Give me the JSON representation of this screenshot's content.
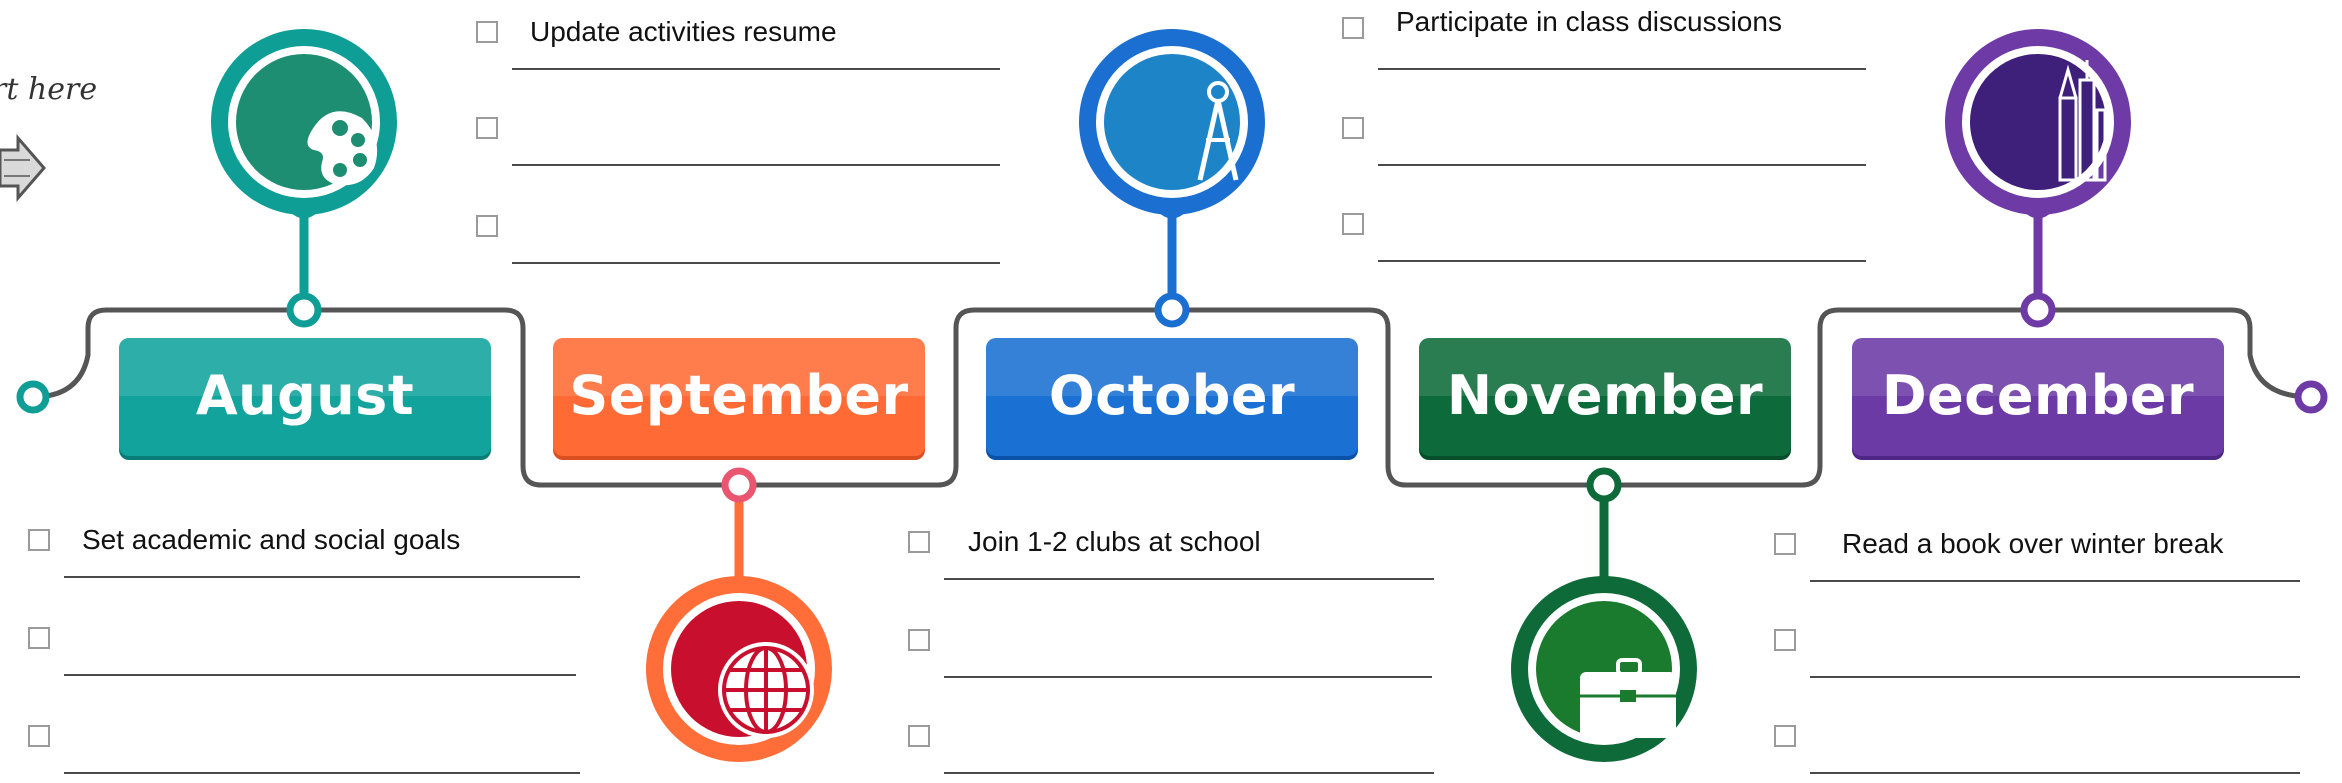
{
  "start_label": "rt here",
  "months": [
    {
      "id": "august",
      "label": "August",
      "color": "#0e9e96",
      "colorDark": "#077f79",
      "icon": "palette-icon",
      "tasks": [
        "Set academic and social goals",
        "",
        ""
      ]
    },
    {
      "id": "september",
      "label": "September",
      "color": "#ff6d38",
      "colorDark": "#e3531f",
      "icon": "globe-icon",
      "tasks": [
        "Update activities resume",
        "",
        ""
      ]
    },
    {
      "id": "october",
      "label": "October",
      "color": "#1a6fd1",
      "colorDark": "#0a55b3",
      "icon": "compass-icon",
      "tasks": [
        "Join 1-2 clubs at school",
        "",
        ""
      ]
    },
    {
      "id": "november",
      "label": "November",
      "color": "#0f6a3a",
      "colorDark": "#075a2e",
      "icon": "briefcase-icon",
      "tasks": [
        "Participate in class discussions",
        "",
        ""
      ]
    },
    {
      "id": "december",
      "label": "December",
      "color": "#6e3aa6",
      "colorDark": "#55288d",
      "icon": "buildings-icon",
      "tasks": [
        "Read a book over winter break",
        "",
        ""
      ]
    }
  ]
}
